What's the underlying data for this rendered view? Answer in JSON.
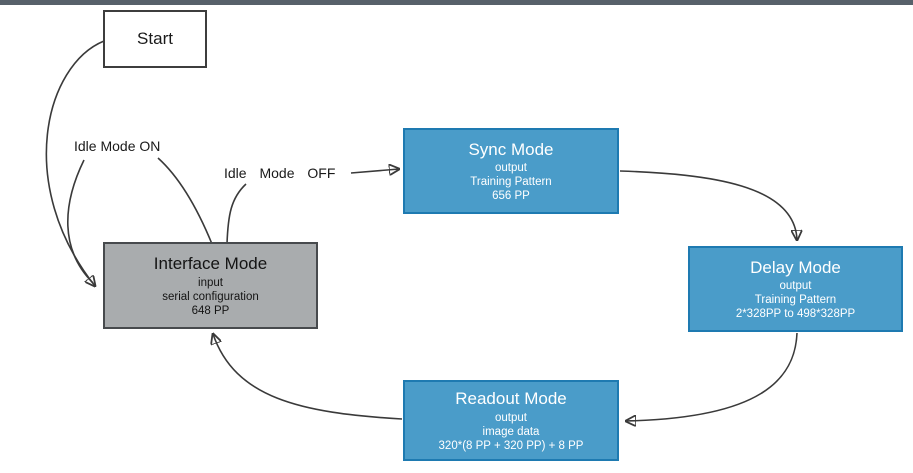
{
  "page": {
    "background": "#FFFFFF",
    "top_bar_color": "#57616A"
  },
  "colors": {
    "node_blue_fill": "#4A9CC9",
    "node_blue_border": "#1E7AB1",
    "node_gray_fill": "#A9ACAE",
    "node_gray_border": "#474A4D",
    "start_fill": "#FFFFFF",
    "start_border": "#3D3D3D",
    "edge_stroke": "#3A3A3A",
    "text_on_blue": "#FFFFFF",
    "text_dark": "#1A1A1A"
  },
  "nodes": {
    "start": {
      "title": "Start"
    },
    "sync": {
      "title": "Sync Mode",
      "lines": [
        "output",
        "Training Pattern",
        "656 PP"
      ]
    },
    "interface": {
      "title": "Interface Mode",
      "lines": [
        "input",
        "serial configuration",
        "648 PP"
      ]
    },
    "delay": {
      "title": "Delay Mode",
      "lines": [
        "output",
        "Training Pattern",
        "2*328PP to 498*328PP"
      ]
    },
    "readout": {
      "title": "Readout Mode",
      "lines": [
        "output",
        "image data",
        "320*(8 PP + 320 PP) + 8 PP"
      ]
    }
  },
  "edge_labels": {
    "idle_mode_on": "Idle Mode ON",
    "idle_mode_off": "Idle Mode OFF"
  },
  "edges": [
    {
      "from": "Start",
      "to": "Interface Mode",
      "label": ""
    },
    {
      "from": "Interface Mode",
      "to": "Interface Mode",
      "label": "Idle Mode ON"
    },
    {
      "from": "Interface Mode",
      "to": "Sync Mode",
      "label": "Idle Mode OFF"
    },
    {
      "from": "Sync Mode",
      "to": "Delay Mode",
      "label": ""
    },
    {
      "from": "Delay Mode",
      "to": "Readout Mode",
      "label": ""
    },
    {
      "from": "Readout Mode",
      "to": "Interface Mode",
      "label": ""
    }
  ]
}
